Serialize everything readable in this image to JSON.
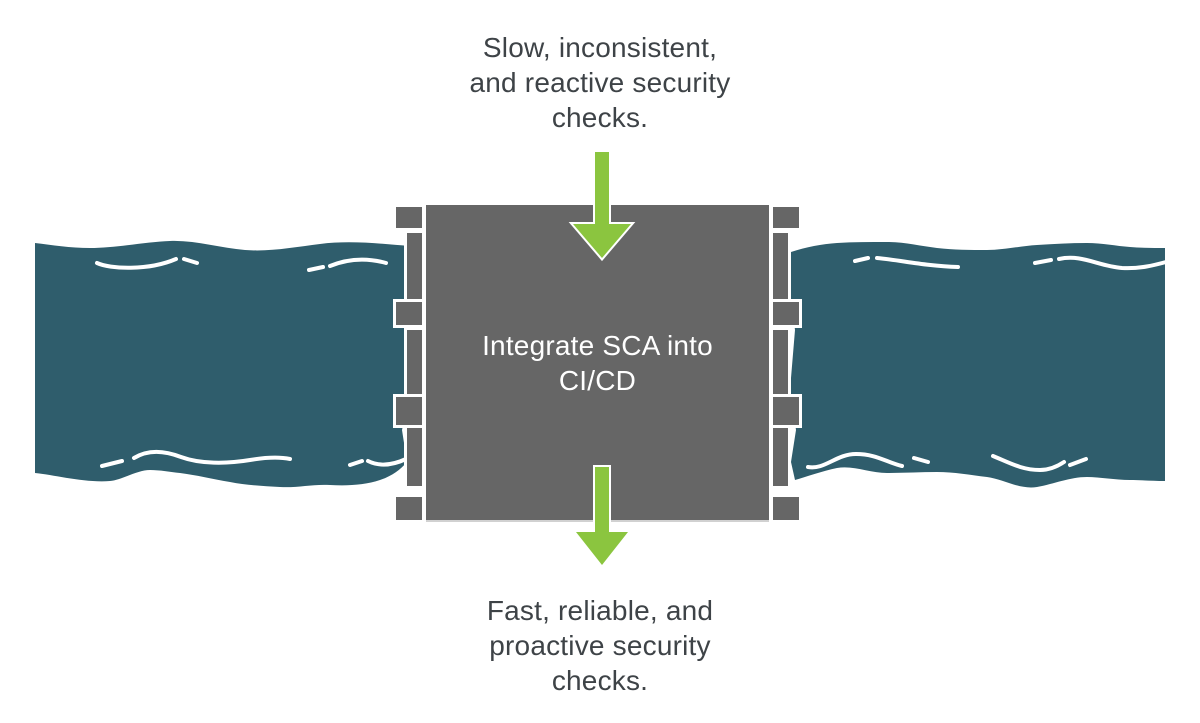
{
  "illustration": {
    "caption_top": {
      "lines": [
        "Slow, inconsistent,",
        "and reactive security",
        "checks."
      ]
    },
    "box": {
      "lines": [
        "Integrate SCA into",
        "CI/CD"
      ]
    },
    "caption_bottom": {
      "lines": [
        "Fast, reliable, and",
        "proactive security",
        "checks."
      ]
    }
  },
  "icons": {
    "top_arrow": "arrow-down",
    "bottom_arrow": "arrow-down",
    "left_shape": "water-pipeline",
    "right_shape": "water-pipeline"
  },
  "colors": {
    "water_teal": "#2F5D6C",
    "box_gray": "#666666",
    "arrow_green": "#8BC53F",
    "caption_text": "#3E4347",
    "box_text": "#FFFFFF",
    "background": "#FFFFFF"
  }
}
